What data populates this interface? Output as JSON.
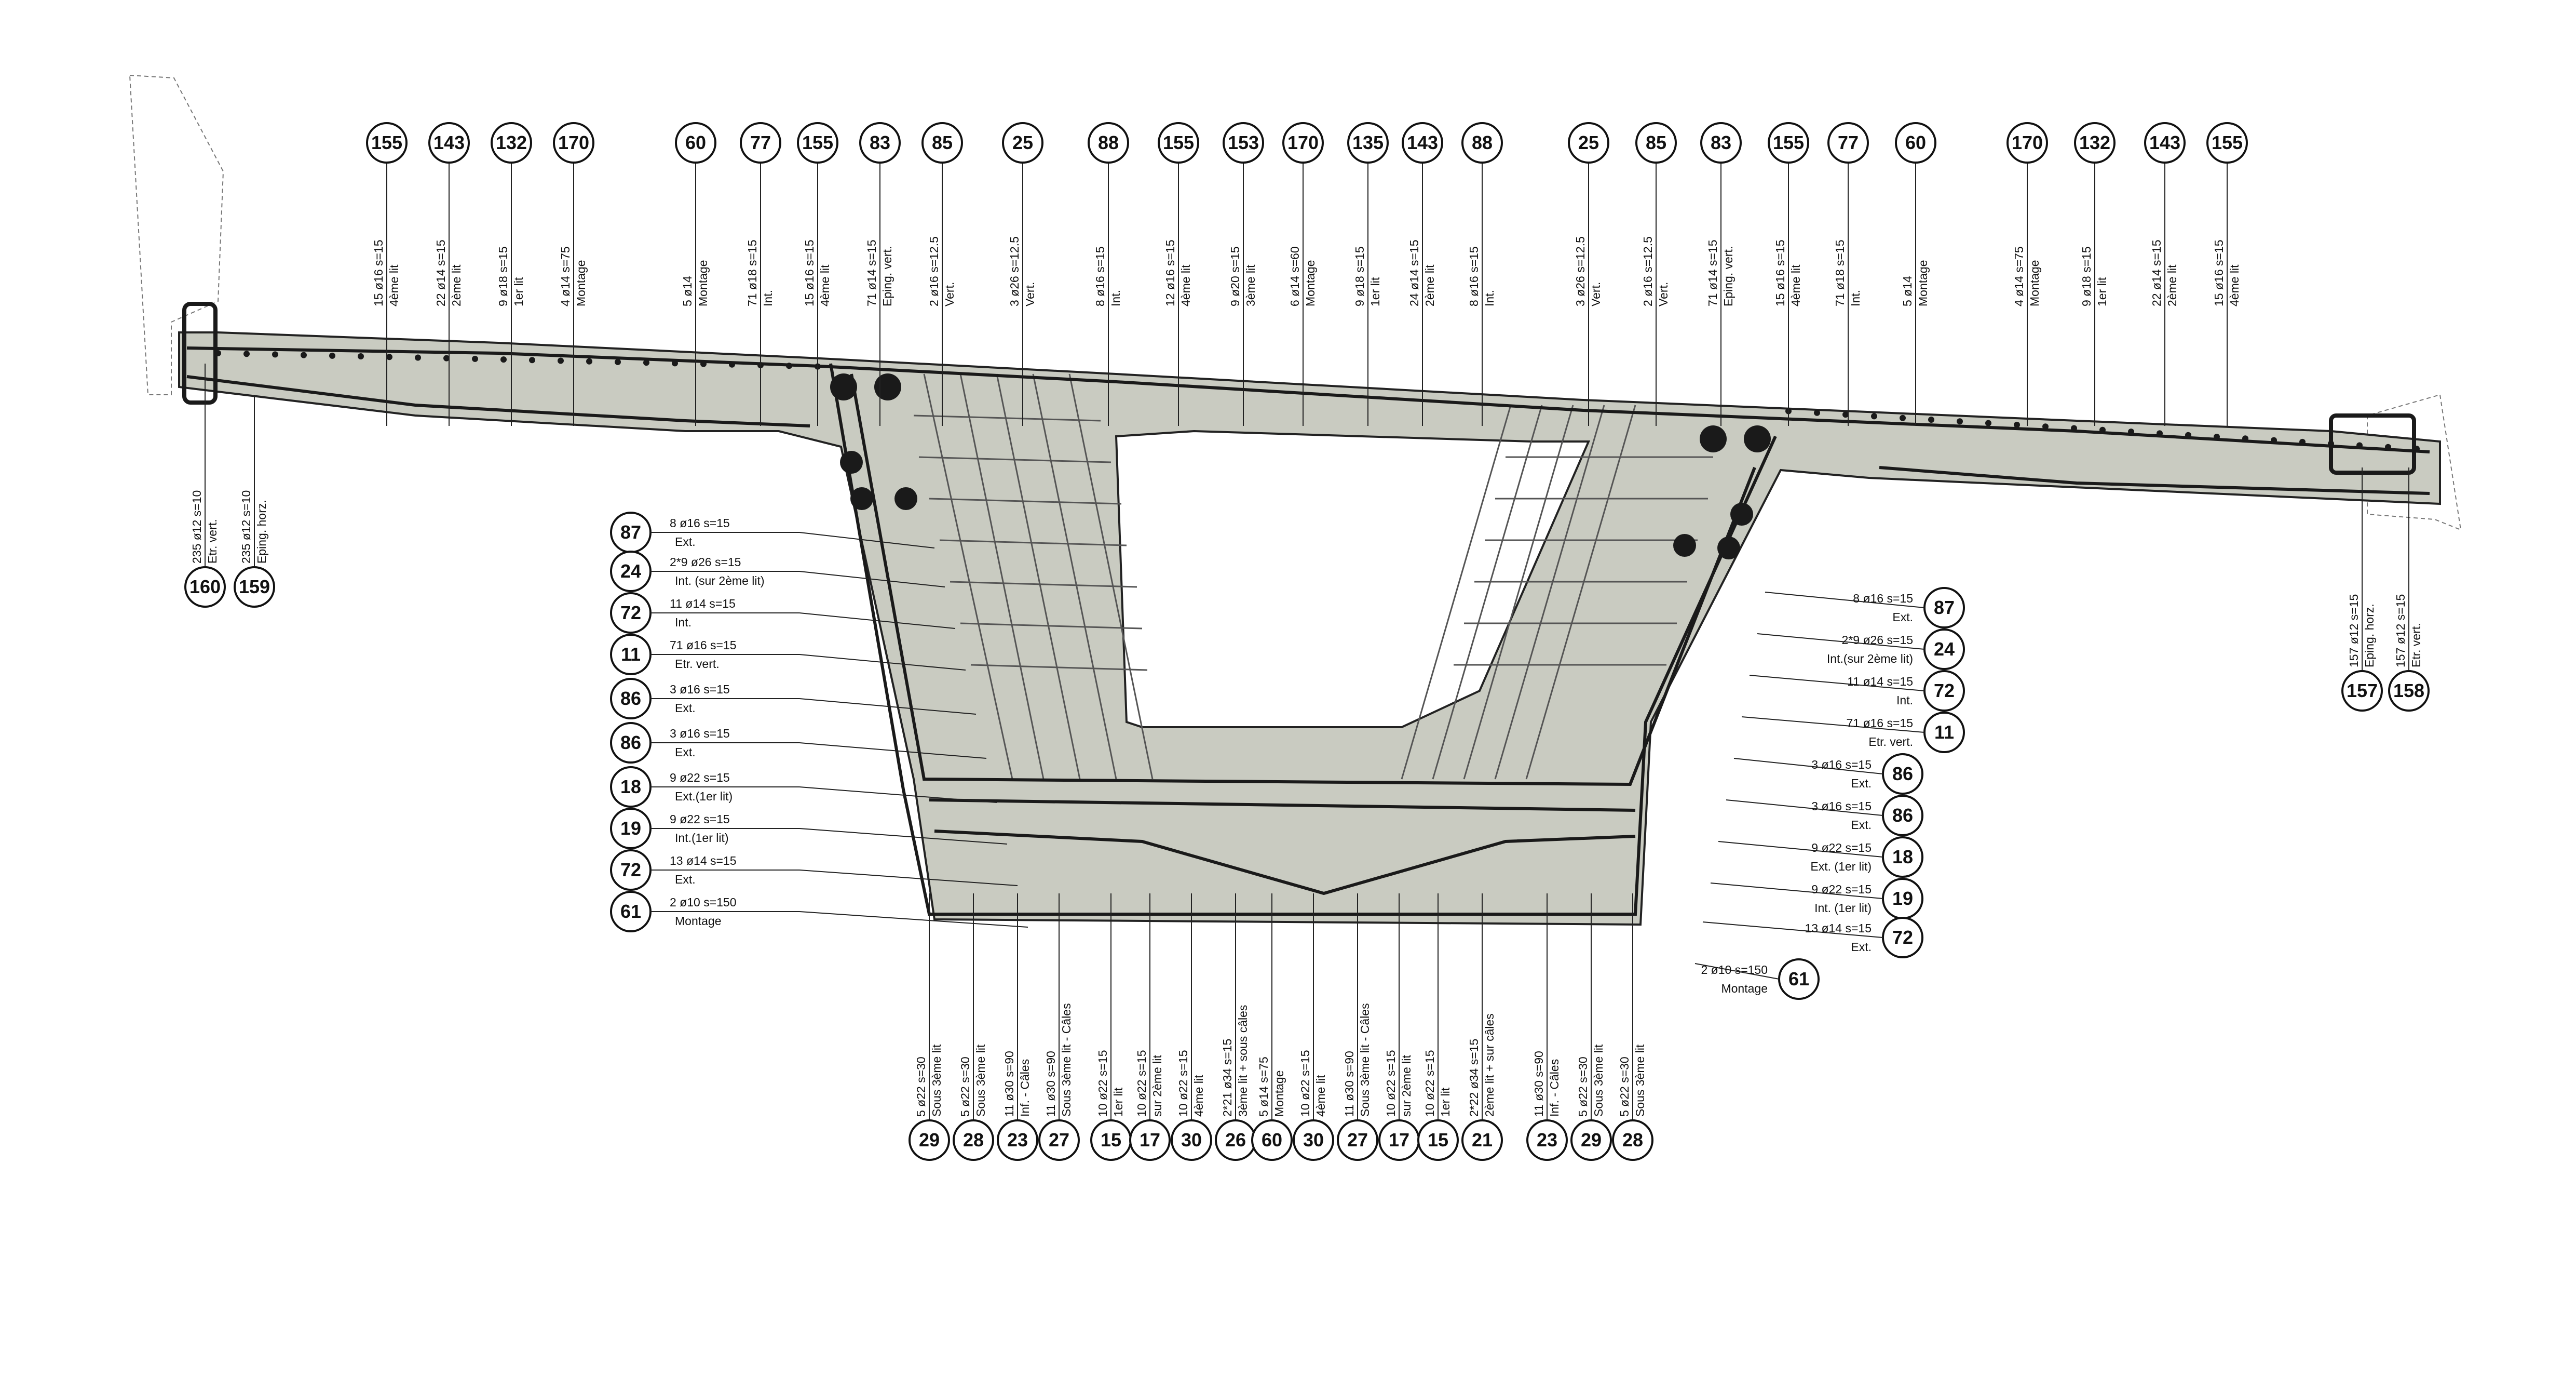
{
  "colors": {
    "concrete": "#c9cbc1",
    "rebar": "#1a1a1a",
    "line": "#222222",
    "formwork": "#777777"
  },
  "top_labels": [
    {
      "num": "155",
      "l1": "15 ø16 s=15",
      "l2": "4ème lit"
    },
    {
      "num": "143",
      "l1": "22 ø14 s=15",
      "l2": "2ème lit"
    },
    {
      "num": "132",
      "l1": "9 ø18 s=15",
      "l2": "1er lit"
    },
    {
      "num": "170",
      "l1": "4 ø14 s=75",
      "l2": "Montage"
    },
    {
      "num": "60",
      "l1": "5 ø14",
      "l2": "Montage"
    },
    {
      "num": "77",
      "l1": "71 ø18 s=15",
      "l2": "Int."
    },
    {
      "num": "155",
      "l1": "15 ø16 s=15",
      "l2": "4ème lit"
    },
    {
      "num": "83",
      "l1": "71 ø14 s=15",
      "l2": "Eping. vert."
    },
    {
      "num": "85",
      "l1": "2 ø16 s=12.5",
      "l2": "Vert."
    },
    {
      "num": "25",
      "l1": "3 ø26 s=12.5",
      "l2": "Vert."
    },
    {
      "num": "88",
      "l1": "8 ø16 s=15",
      "l2": "Int."
    },
    {
      "num": "155",
      "l1": "12 ø16 s=15",
      "l2": "4ème lit"
    },
    {
      "num": "153",
      "l1": "9 ø20 s=15",
      "l2": "3ème lit"
    },
    {
      "num": "170",
      "l1": "6 ø14 s=60",
      "l2": "Montage"
    },
    {
      "num": "135",
      "l1": "9 ø18 s=15",
      "l2": "1er lit"
    },
    {
      "num": "143",
      "l1": "24 ø14 s=15",
      "l2": "2ème lit"
    },
    {
      "num": "88",
      "l1": "8 ø16 s=15",
      "l2": "Int."
    },
    {
      "num": "25",
      "l1": "3 ø26 s=12.5",
      "l2": "Vert."
    },
    {
      "num": "85",
      "l1": "2 ø16 s=12.5",
      "l2": "Vert."
    },
    {
      "num": "83",
      "l1": "71 ø14 s=15",
      "l2": "Eping. vert."
    },
    {
      "num": "155",
      "l1": "15 ø16 s=15",
      "l2": "4ème lit"
    },
    {
      "num": "77",
      "l1": "71 ø18 s=15",
      "l2": "Int."
    },
    {
      "num": "60",
      "l1": "5 ø14",
      "l2": "Montage"
    },
    {
      "num": "170",
      "l1": "4 ø14 s=75",
      "l2": "Montage"
    },
    {
      "num": "132",
      "l1": "9 ø18 s=15",
      "l2": "1er lit"
    },
    {
      "num": "143",
      "l1": "22 ø14 s=15",
      "l2": "2ème lit"
    },
    {
      "num": "155",
      "l1": "15 ø16 s=15",
      "l2": "4ème lit"
    }
  ],
  "left_labels": [
    {
      "num": "87",
      "l1": "8 ø16 s=15",
      "l2": "Ext."
    },
    {
      "num": "24",
      "l1": "2*9 ø26 s=15",
      "l2": "Int. (sur 2ème lit)"
    },
    {
      "num": "72",
      "l1": "11 ø14 s=15",
      "l2": "Int."
    },
    {
      "num": "11",
      "l1": "71 ø16 s=15",
      "l2": "Etr. vert."
    },
    {
      "num": "86",
      "l1": "3 ø16 s=15",
      "l2": "Ext."
    },
    {
      "num": "86",
      "l1": "3 ø16 s=15",
      "l2": "Ext."
    },
    {
      "num": "18",
      "l1": "9 ø22 s=15",
      "l2": "Ext.(1er lit)"
    },
    {
      "num": "19",
      "l1": "9 ø22 s=15",
      "l2": "Int.(1er lit)"
    },
    {
      "num": "72",
      "l1": "13 ø14 s=15",
      "l2": "Ext."
    },
    {
      "num": "61",
      "l1": "2 ø10 s=150",
      "l2": "Montage"
    }
  ],
  "right_labels": [
    {
      "num": "87",
      "l1": "8 ø16 s=15",
      "l2": "Ext."
    },
    {
      "num": "24",
      "l1": "2*9 ø26 s=15",
      "l2": "Int.(sur 2ème lit)"
    },
    {
      "num": "72",
      "l1": "11 ø14 s=15",
      "l2": "Int."
    },
    {
      "num": "11",
      "l1": "71 ø16 s=15",
      "l2": "Etr. vert."
    },
    {
      "num": "86",
      "l1": "3 ø16 s=15",
      "l2": "Ext."
    },
    {
      "num": "86",
      "l1": "3 ø16 s=15",
      "l2": "Ext."
    },
    {
      "num": "18",
      "l1": "9 ø22 s=15",
      "l2": "Ext. (1er lit)"
    },
    {
      "num": "19",
      "l1": "9 ø22 s=15",
      "l2": "Int. (1er lit)"
    },
    {
      "num": "72",
      "l1": "13 ø14 s=15",
      "l2": "Ext."
    },
    {
      "num": "61",
      "l1": "2 ø10 s=150",
      "l2": "Montage"
    }
  ],
  "bottom_labels": [
    {
      "num": "29",
      "l1": "5 ø22 s=30",
      "l2": "Sous 3ème lit"
    },
    {
      "num": "28",
      "l1": "5 ø22 s=30",
      "l2": "Sous 3ème lit"
    },
    {
      "num": "23",
      "l1": "11 ø30 s=90",
      "l2": "Inf. - Câles"
    },
    {
      "num": "27",
      "l1": "11 ø30 s=90",
      "l2": "Sous 3ème lit - Câles"
    },
    {
      "num": "15",
      "l1": "10 ø22 s=15",
      "l2": "1er lit"
    },
    {
      "num": "17",
      "l1": "10 ø22 s=15",
      "l2": "sur 2ème lit"
    },
    {
      "num": "30",
      "l1": "10 ø22 s=15",
      "l2": "4ème lit"
    },
    {
      "num": "26",
      "l1": "2*21 ø34 s=15",
      "l2": "3ème lit + sous câles"
    },
    {
      "num": "60",
      "l1": "5 ø14 s=75",
      "l2": "Montage"
    },
    {
      "num": "30",
      "l1": "10 ø22 s=15",
      "l2": "4ème lit"
    },
    {
      "num": "27",
      "l1": "11 ø30 s=90",
      "l2": "Sous 3ème lit - Câles"
    },
    {
      "num": "17",
      "l1": "10 ø22 s=15",
      "l2": "sur 2ème lit"
    },
    {
      "num": "15",
      "l1": "10 ø22 s=15",
      "l2": "1er lit"
    },
    {
      "num": "21",
      "l1": "2*22 ø34 s=15",
      "l2": "2ème lit + sur câles"
    },
    {
      "num": "23",
      "l1": "11 ø30 s=90",
      "l2": "Inf. - Câles"
    },
    {
      "num": "29",
      "l1": "5 ø22 s=30",
      "l2": "Sous 3ème lit"
    },
    {
      "num": "28",
      "l1": "5 ø22 s=30",
      "l2": "Sous 3ème lit"
    }
  ],
  "side_labels": [
    {
      "num": "160",
      "l1": "235 ø12 s=10",
      "l2": "Etr. vert."
    },
    {
      "num": "159",
      "l1": "235 ø12 s=10",
      "l2": "Eping. horz."
    },
    {
      "num": "157",
      "l1": "157 ø12 s=15",
      "l2": "Eping. horz."
    },
    {
      "num": "158",
      "l1": "157 ø12 s=15",
      "l2": "Etr. vert."
    }
  ]
}
